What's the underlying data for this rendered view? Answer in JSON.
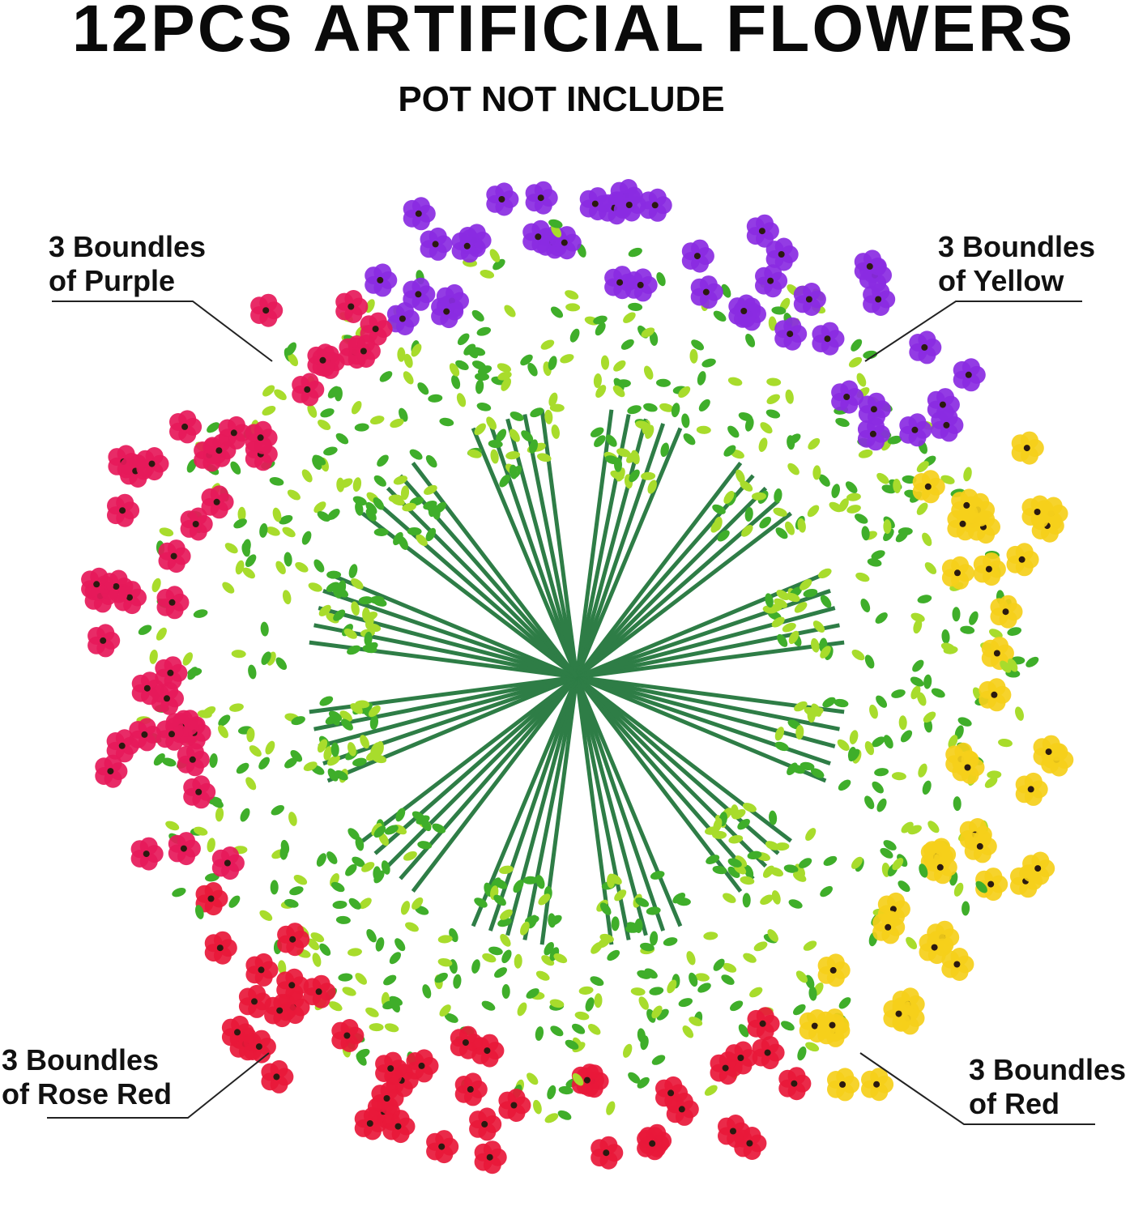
{
  "title": "12PCS ARTIFICIAL FLOWERS",
  "subtitle": "POT NOT INCLUDE",
  "labels": {
    "purple": {
      "line1": "3 Boundles",
      "line2": "of Purple"
    },
    "yellow": {
      "line1": "3 Boundles",
      "line2": "of Yellow"
    },
    "rose_red": {
      "line1": "3 Boundles",
      "line2": "of Rose Red"
    },
    "red": {
      "line1": "3 Boundles",
      "line2": "of Red"
    }
  },
  "colors": {
    "purple": "#8a2be2",
    "yellow": "#f5cf1a",
    "rose_red": "#e6195a",
    "red": "#e8183a",
    "leaf": "#3fae2a",
    "leaf_light": "#a8dc2c",
    "stem": "#2e7d46"
  },
  "bundles": [
    {
      "color": "purple"
    },
    {
      "color": "purple"
    },
    {
      "color": "purple"
    },
    {
      "color": "yellow"
    },
    {
      "color": "yellow"
    },
    {
      "color": "yellow"
    },
    {
      "color": "red"
    },
    {
      "color": "red"
    },
    {
      "color": "red"
    },
    {
      "color": "rose_red"
    },
    {
      "color": "rose_red"
    },
    {
      "color": "rose_red"
    }
  ]
}
